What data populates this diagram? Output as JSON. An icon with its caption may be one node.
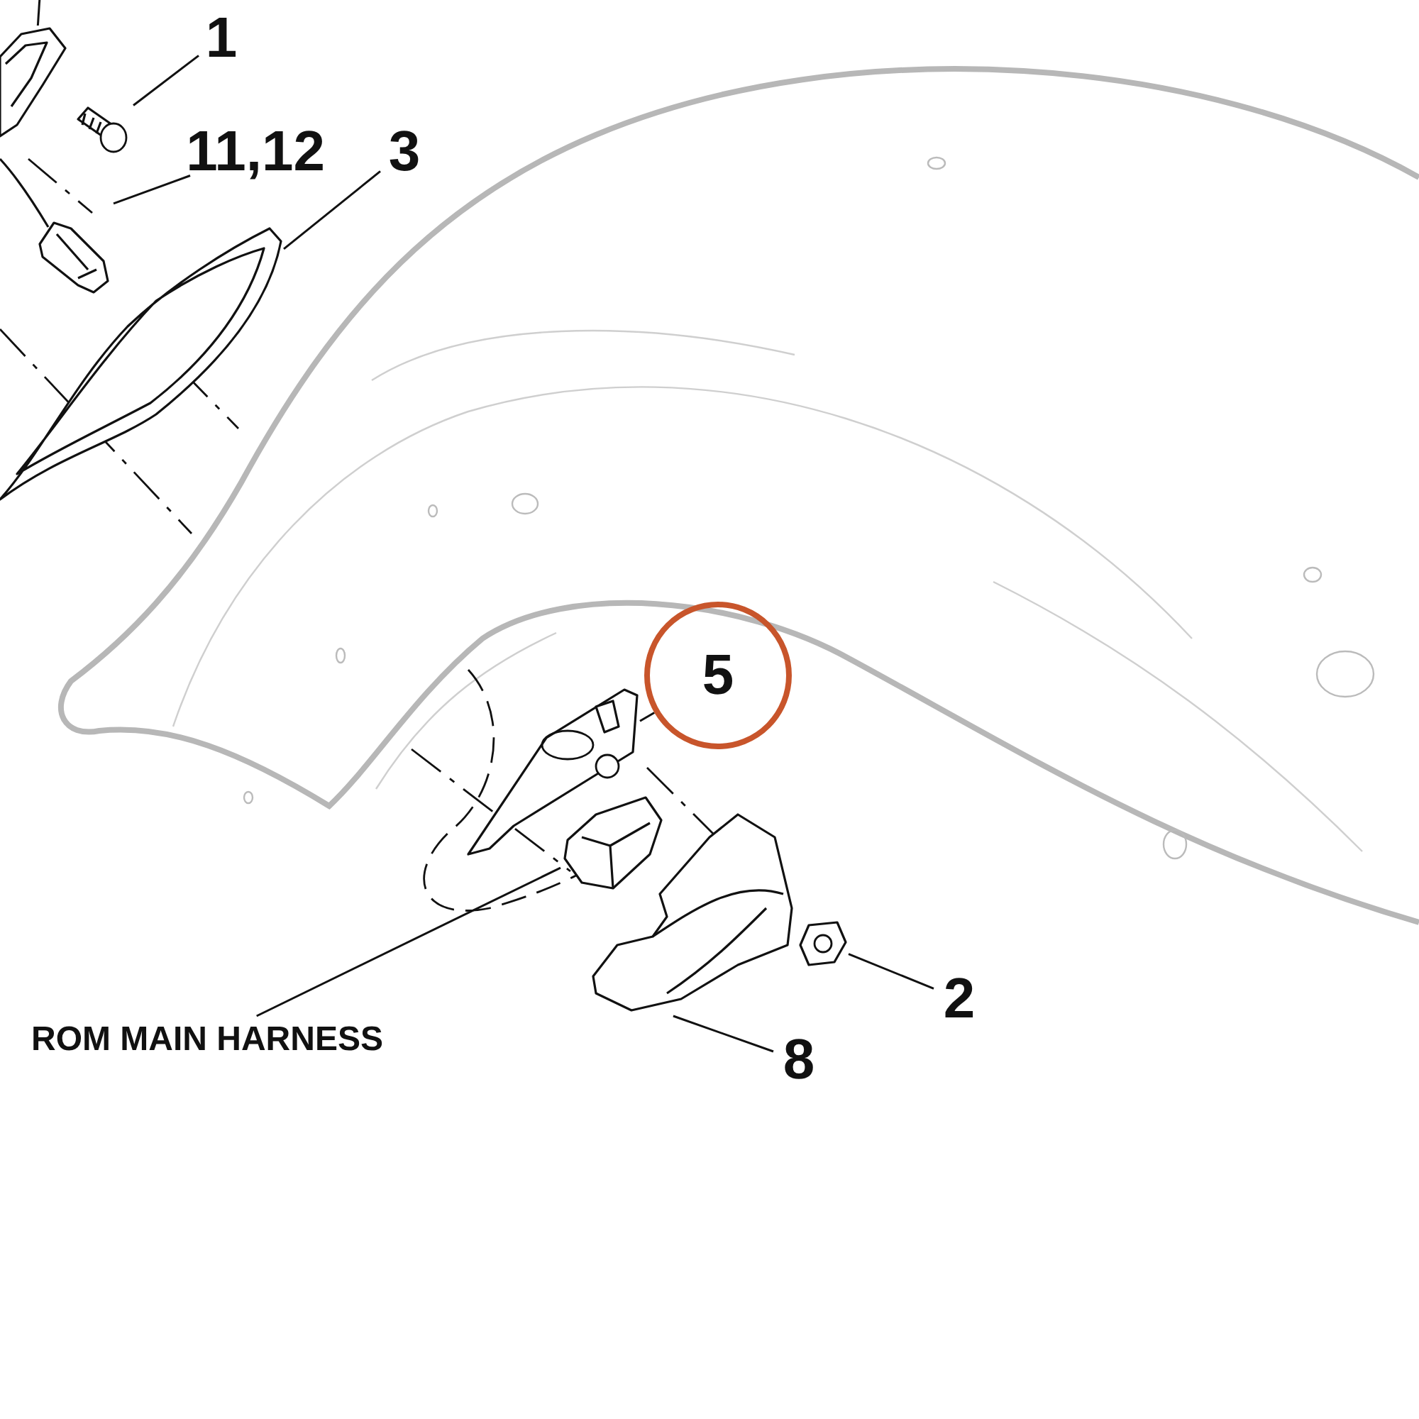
{
  "diagram": {
    "nodes": [
      {
        "text": [],
        "shape": "picture"
      },
      {
        "text": [
          "1"
        ]
      },
      {
        "text": [],
        "shape": "picture"
      },
      {
        "text": [
          "11,12"
        ]
      },
      {
        "text": [],
        "shape": "picture"
      },
      {
        "text": [
          "3"
        ]
      },
      {
        "text": [],
        "shape": "picture"
      },
      {
        "text": [
          "5"
        ]
      },
      {
        "text": [],
        "shape": "picture"
      },
      {
        "text": [],
        "shape": "picture"
      },
      {
        "text": [],
        "shape": "picture"
      },
      {
        "text": [],
        "shape": "picture"
      },
      {
        "text": [
          "2"
        ]
      },
      {
        "text": [
          "ROM MAIN HARNESS"
        ]
      },
      {
        "text": [
          "8"
        ]
      }
    ],
    "edges": [
      {
        "from": null,
        "to": 0,
        "arrow": "none"
      },
      {
        "from": 1,
        "to": 2,
        "arrow": "none"
      },
      {
        "from": 3,
        "to": 4,
        "arrow": "none"
      },
      {
        "from": 5,
        "to": 6,
        "arrow": "none"
      },
      {
        "from": 7,
        "to": 8,
        "arrow": "none"
      },
      {
        "from": 12,
        "to": 10,
        "arrow": "none"
      },
      {
        "from": 14,
        "to": 11,
        "arrow": "none"
      },
      {
        "from": 13,
        "to": 9,
        "arrow": "none"
      }
    ]
  }
}
